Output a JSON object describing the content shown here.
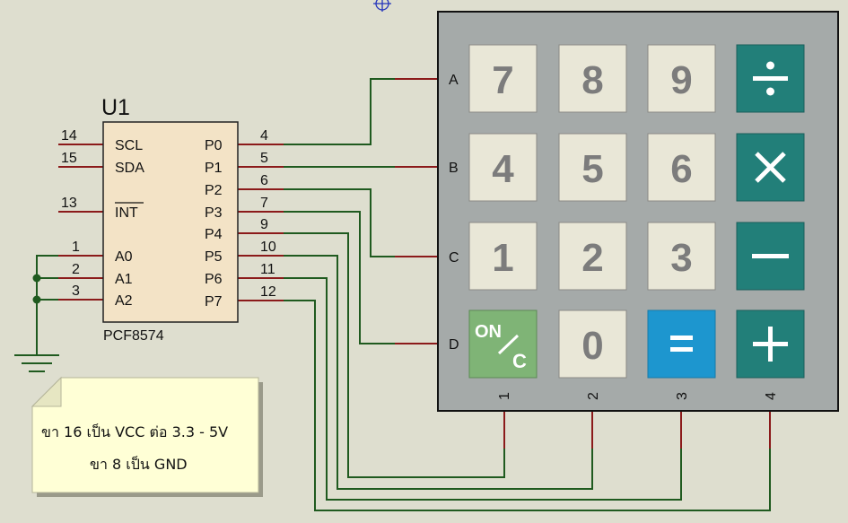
{
  "chip": {
    "ref": "U1",
    "part": "PCF8574",
    "left_pins": [
      {
        "num": "14",
        "name": "SCL"
      },
      {
        "num": "15",
        "name": "SDA"
      },
      {
        "num": "13",
        "name": "INT"
      },
      {
        "num": "1",
        "name": "A0"
      },
      {
        "num": "2",
        "name": "A1"
      },
      {
        "num": "3",
        "name": "A2"
      }
    ],
    "right_pins": [
      {
        "num": "4",
        "name": "P0"
      },
      {
        "num": "5",
        "name": "P1"
      },
      {
        "num": "6",
        "name": "P2"
      },
      {
        "num": "7",
        "name": "P3"
      },
      {
        "num": "9",
        "name": "P4"
      },
      {
        "num": "10",
        "name": "P5"
      },
      {
        "num": "11",
        "name": "P6"
      },
      {
        "num": "12",
        "name": "P7"
      }
    ]
  },
  "keypad": {
    "row_labels": [
      "A",
      "B",
      "C",
      "D"
    ],
    "col_labels": [
      "1",
      "2",
      "3",
      "4"
    ],
    "keys": [
      [
        "7",
        "8",
        "9",
        "÷"
      ],
      [
        "4",
        "5",
        "6",
        "×"
      ],
      [
        "1",
        "2",
        "3",
        "−"
      ],
      [
        "ON/C",
        "0",
        "=",
        "+"
      ]
    ],
    "on_c": {
      "top": "ON",
      "bottom": "C"
    }
  },
  "note": {
    "line1": "ขา 16 เป็น VCC ต่อ 3.3 - 5V",
    "line2": "ขา 8 เป็น GND"
  },
  "colors": {
    "background": "#dedecf",
    "wire": "#1f5a1f",
    "pin_stub": "#8b1a1a",
    "chip_body": "#f3e3c6",
    "keypad_body": "#a5aaa9",
    "key_digit": "#e9e7d7",
    "key_operator": "#227f79",
    "key_equals": "#1d96cf",
    "key_onc": "#7fb476",
    "note_bg": "#ffffd6"
  }
}
